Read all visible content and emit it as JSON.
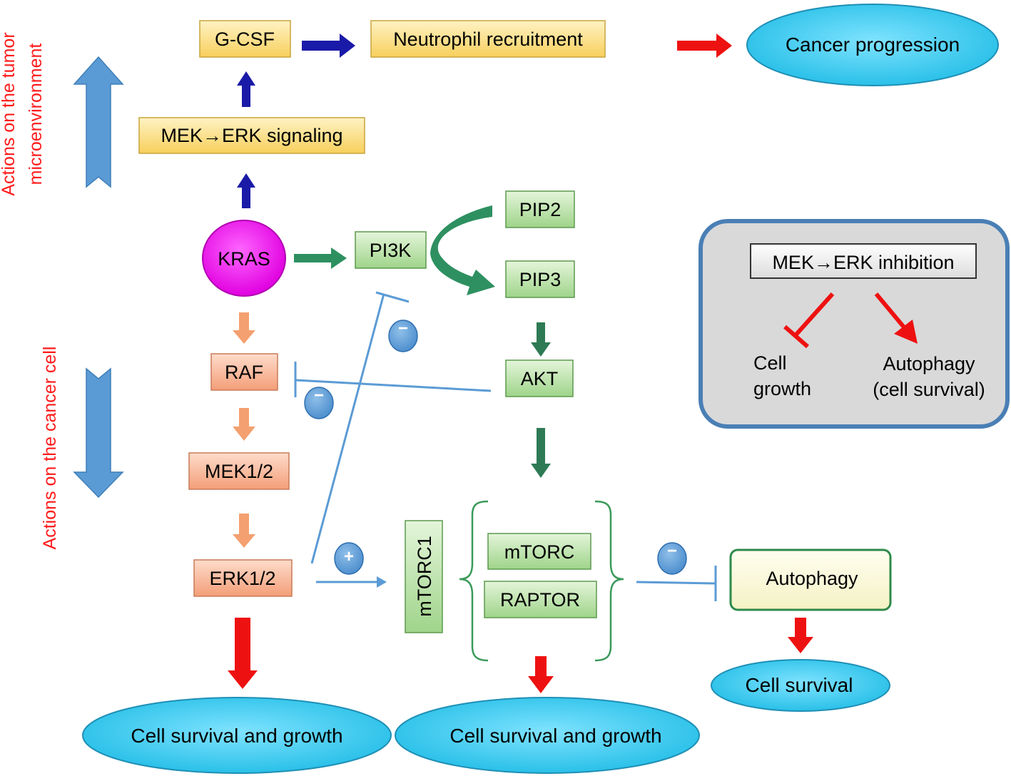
{
  "labels": {
    "gcsf": "G-CSF",
    "neutrophil": "Neutrophil recruitment",
    "cancer_progression": "Cancer progression",
    "mek_erk_signaling": "MEK→ERK signaling",
    "kras": "KRAS",
    "pi3k": "PI3K",
    "pip2": "PIP2",
    "pip3": "PIP3",
    "raf": "RAF",
    "akt": "AKT",
    "mek12": "MEK1/2",
    "erk12": "ERK1/2",
    "mtorc1": "mTORC1",
    "mtorc": "mTORC",
    "raptor": "RAPTOR",
    "autophagy": "Autophagy",
    "cell_survival": "Cell survival",
    "cell_survival_growth_left": "Cell survival and growth",
    "cell_survival_growth_right": "Cell survival and growth"
  },
  "side_labels": {
    "tumor_line1": "Actions on the tumor",
    "tumor_line2": "microenvironment",
    "cancer_cell": "Actions on the cancer cell"
  },
  "inset": {
    "title": "MEK→ERK inhibition",
    "cell_line1": "Cell",
    "cell_line2": "growth",
    "autophagy_line1": "Autophagy",
    "autophagy_line2": "(cell survival)"
  },
  "signs": {
    "minus": "−",
    "plus": "+"
  },
  "colors": {
    "yellow_box": "#ffe08a",
    "green_box": "#b9e3a6",
    "salmon_box": "#f8b89a",
    "ellipse_fill": "#4fd0f0",
    "kras_fill": "#ff00ff",
    "blue_arrow": "#1a1aa8",
    "green_arrow": "#2e9060",
    "orange_arrow": "#f4a070",
    "red_arrow": "#ee1111",
    "inhibit_line": "#5b9bd5",
    "side_arrow": "#5b9bd5",
    "side_text": "#ff1a1a"
  }
}
